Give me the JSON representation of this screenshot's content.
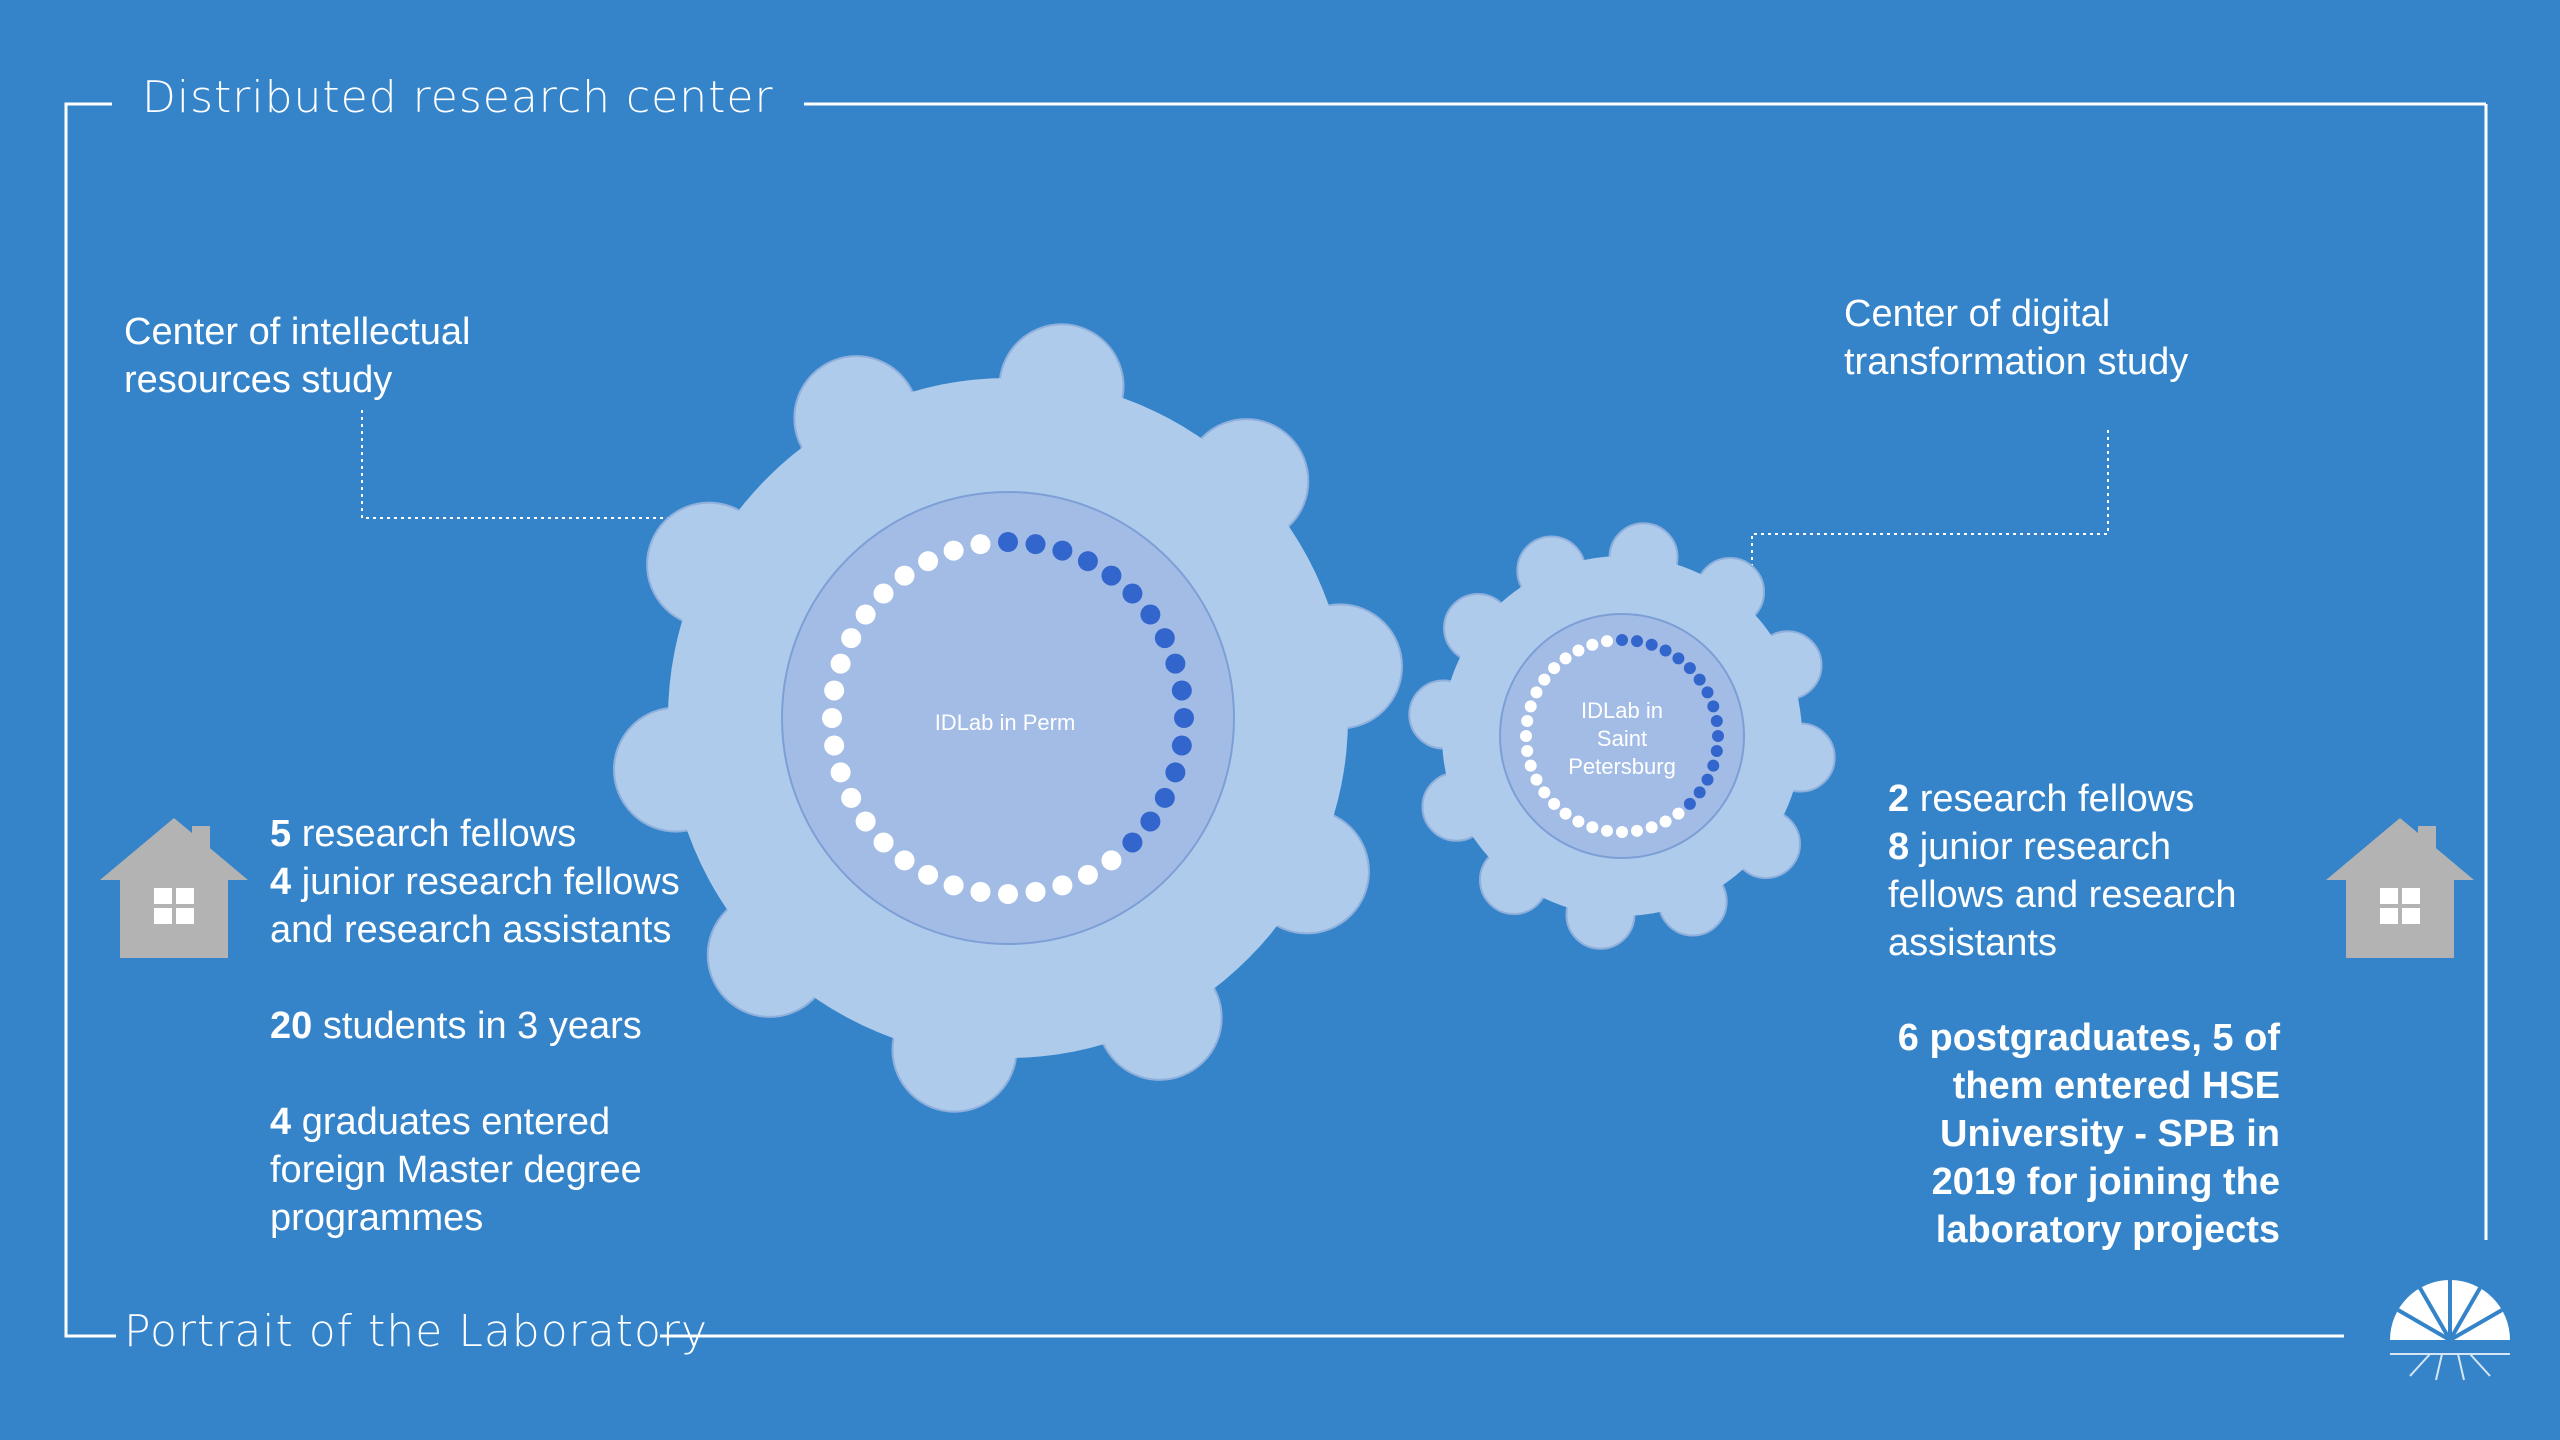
{
  "headings": {
    "top": "Distributed research center",
    "bottom": "Portrait of the Laboratory"
  },
  "left_center": {
    "label_line1": "Center of intellectual",
    "label_line2": "resources study",
    "gear_label": "IDLab in Perm",
    "stats": [
      {
        "num": "5",
        "text": " research fellows"
      },
      {
        "num": "4",
        "text": " junior research fellows and research assistants"
      },
      {
        "num": "20",
        "text": " students  in 3 years"
      },
      {
        "num": "4",
        "text": " graduates entered foreign Master degree programmes"
      }
    ]
  },
  "right_center": {
    "label_line1": "Center of digital",
    "label_line2": "transformation study",
    "gear_label_line1": "IDLab in",
    "gear_label_line2": "Saint",
    "gear_label_line3": "Petersburg",
    "stats": [
      {
        "num": "2",
        "text": " research fellows"
      },
      {
        "num": "8",
        "text": " junior research fellows and research assistants"
      }
    ],
    "postgrad": "6 postgraduates,  5 of them entered HSE University - SPB in 2019 for joining the laboratory projects"
  },
  "icons": {
    "left_house": "house-icon",
    "right_house": "house-icon",
    "logo": "shell-logo-icon"
  },
  "colors": {
    "background": "#3584c9",
    "gear_fill": "#aecbeb",
    "gear_inner": "#a2bce6",
    "dot_dark": "#3366cc",
    "dot_light": "#ffffff",
    "house": "#b3b3b3"
  }
}
